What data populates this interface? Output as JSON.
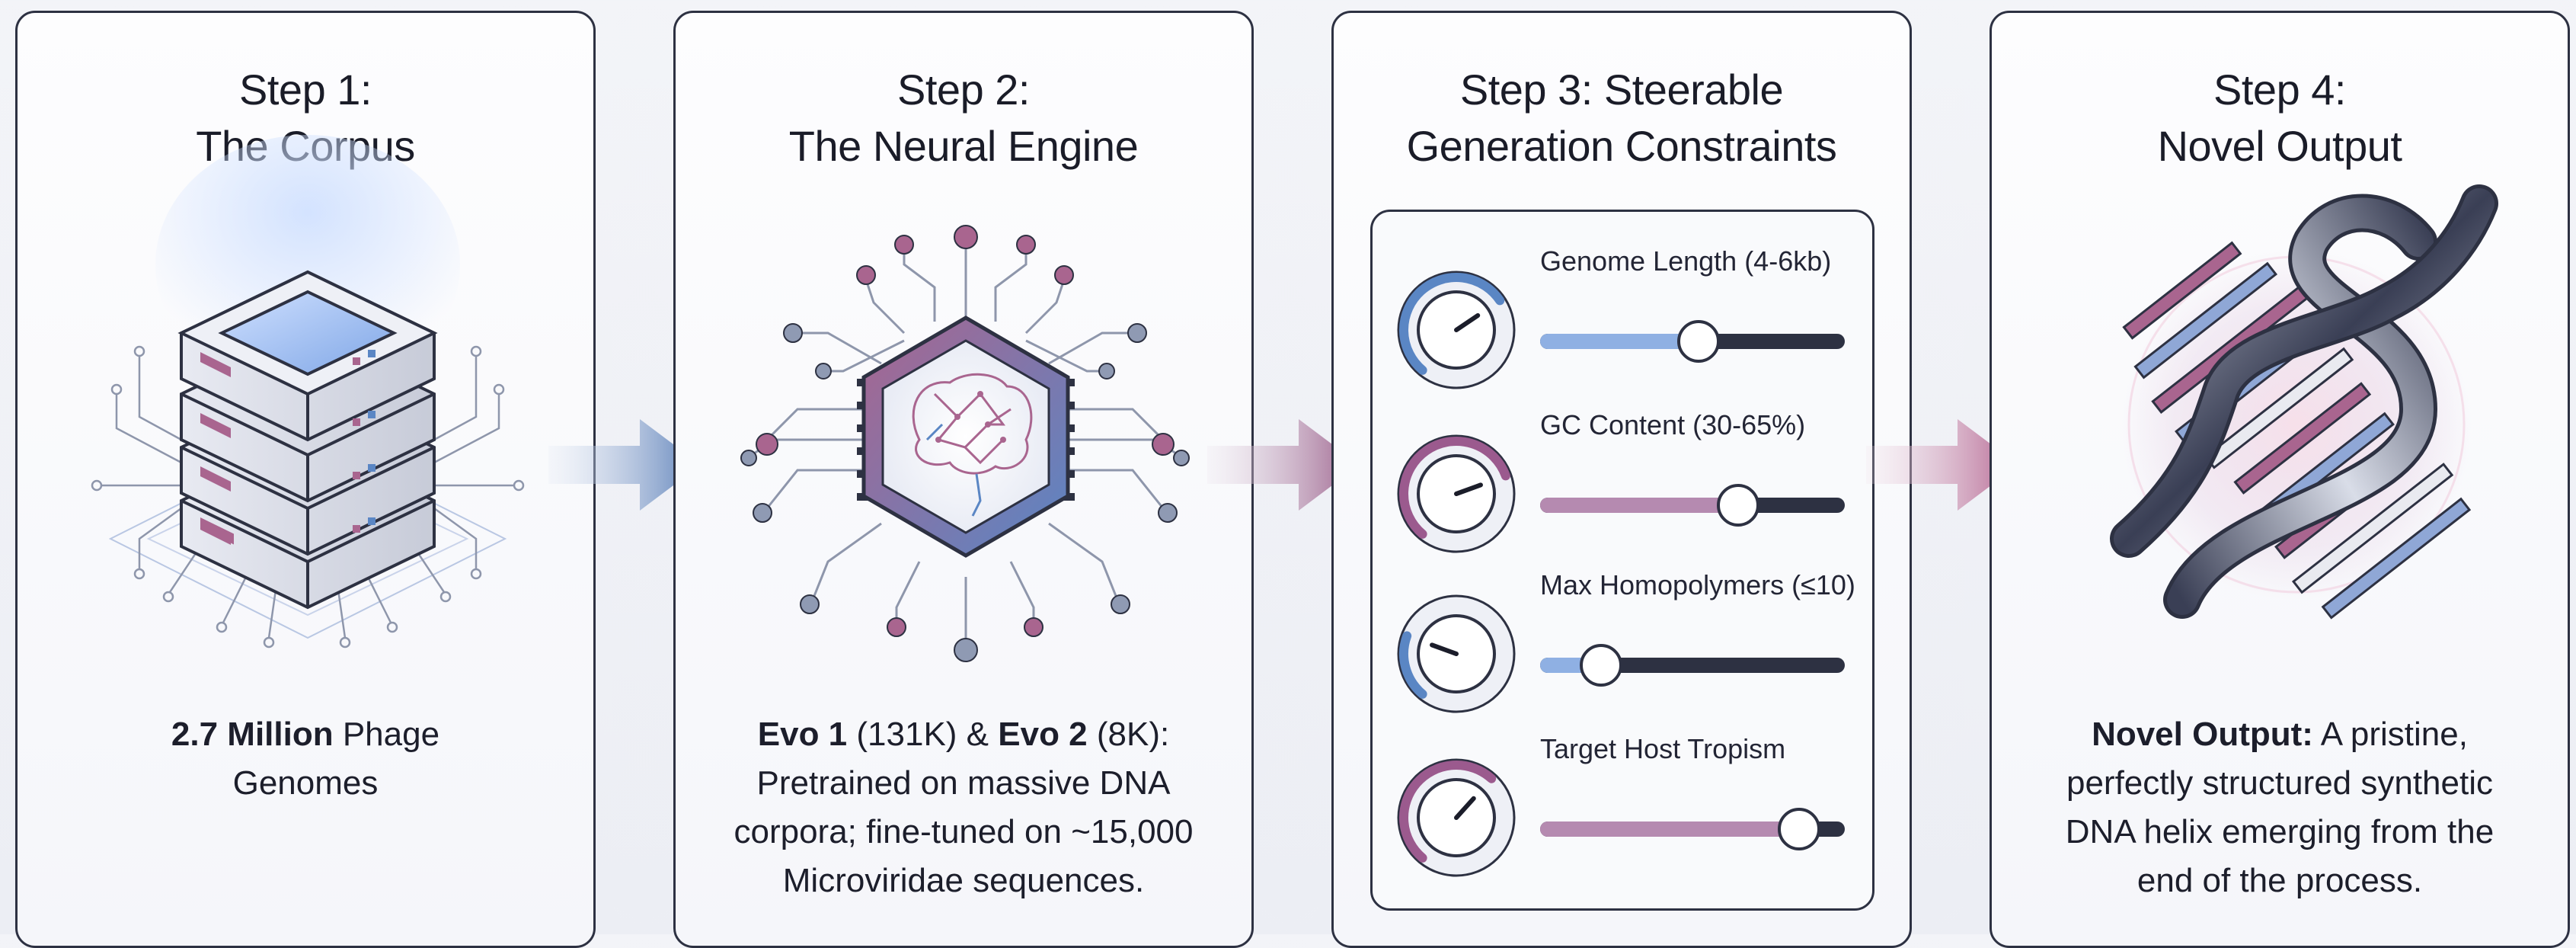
{
  "steps": [
    {
      "title_line1": "Step 1:",
      "title_line2": "The Corpus",
      "caption_bold": "2.7 Million",
      "caption_rest": " Phage",
      "caption_line2": "Genomes",
      "icon": "server-stack-icon"
    },
    {
      "title_line1": "Step 2:",
      "title_line2": "The Neural Engine",
      "caption_line1_bold_a": "Evo 1",
      "caption_line1_a": " (131K) & ",
      "caption_line1_bold_b": "Evo 2",
      "caption_line1_b": " (8K):",
      "caption_line2": "Pretrained on massive DNA",
      "caption_line3": "corpora; fine-tuned on ~15,000",
      "caption_line4": "Microviridae sequences.",
      "icon": "neural-chip-brain-icon"
    },
    {
      "title_line1": "Step 3: Steerable",
      "title_line2": "Generation Constraints",
      "controls": [
        {
          "label": "Genome Length (4-6kb)",
          "dial_level": 0.7,
          "slider_level": 0.52,
          "accent": "#5a86c4"
        },
        {
          "label": "GC Content (30-65%)",
          "dial_level": 0.75,
          "slider_level": 0.65,
          "accent": "#9b5a8e"
        },
        {
          "label": "Max Homopolymers (≤10)",
          "dial_level": 0.25,
          "slider_level": 0.2,
          "accent": "#5a86c4"
        },
        {
          "label": "Target Host Tropism",
          "dial_level": 0.65,
          "slider_level": 0.85,
          "accent": "#9b5a8e"
        }
      ]
    },
    {
      "title_line1": "Step 4:",
      "title_line2": "Novel Output",
      "caption_bold": "Novel Output:",
      "caption_rest": " A pristine,",
      "caption_line2": "perfectly structured synthetic",
      "caption_line3": "DNA helix emerging from the",
      "caption_line4": "end of the process.",
      "icon": "dna-helix-icon"
    }
  ],
  "colors": {
    "blue": "#5a86c4",
    "mauve": "#a9658f",
    "dark": "#2d3142"
  }
}
